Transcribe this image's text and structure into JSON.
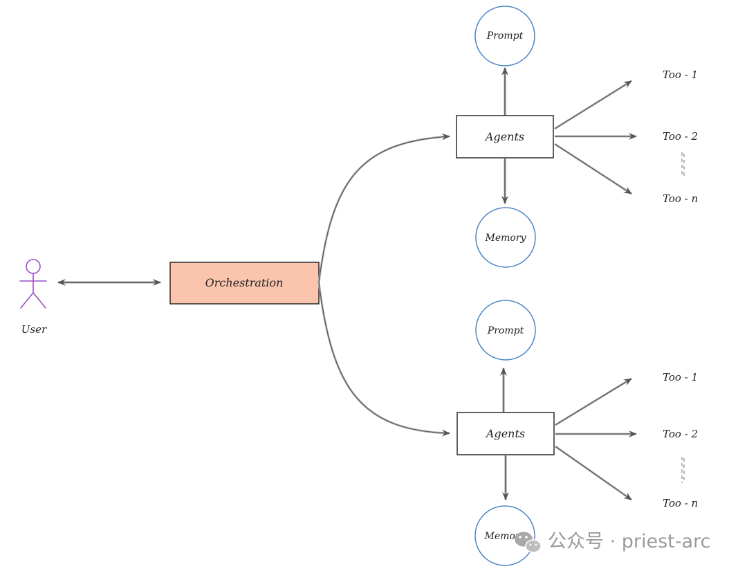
{
  "colors": {
    "line": "#555555",
    "line_light": "#9a9a9a",
    "orchestration_fill": "#fbc4ad",
    "circle_stroke": "#4a86c5",
    "user": "#9b4cc7",
    "watermark": "#9a9a9a"
  },
  "user": {
    "label": "User"
  },
  "orchestration": {
    "label": "Orchestration"
  },
  "agent_groups": [
    {
      "agent": "Agents",
      "prompt": "Prompt",
      "memory": "Memory",
      "tools": [
        "Too - 1",
        "Too - 2",
        "Too - n"
      ]
    },
    {
      "agent": "Agents",
      "prompt": "Prompt",
      "memory": "Memory",
      "tools": [
        "Too - 1",
        "Too - 2",
        "Too - n"
      ]
    }
  ],
  "watermark": {
    "icon": "wechat-icon",
    "text": "公众号 · priest-arc"
  }
}
